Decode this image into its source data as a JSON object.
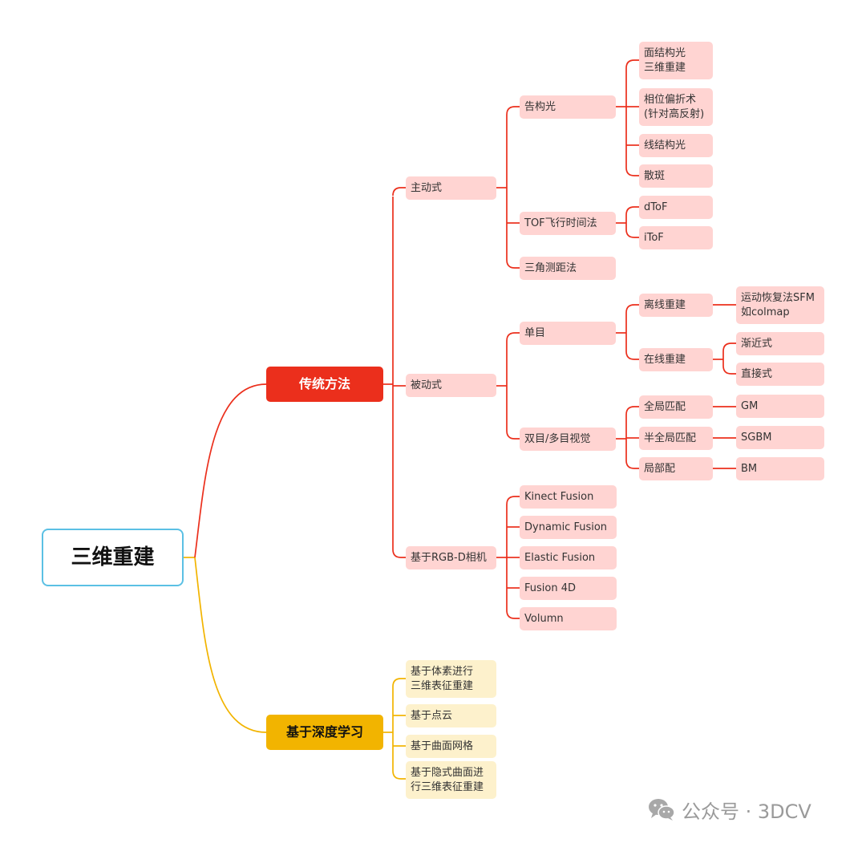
{
  "root": "三维重建",
  "traditional": {
    "label": "传统方法",
    "active": {
      "label": "主动式",
      "structured_light": {
        "label": "告构光",
        "items": [
          "面结构光\n三维重建",
          "相位偏折术\n(针对高反射)",
          "线结构光",
          "散斑"
        ]
      },
      "tof": {
        "label": "TOF飞行时间法",
        "items": [
          "dToF",
          "iToF"
        ]
      },
      "triangulation": "三角测距法"
    },
    "passive": {
      "label": "被动式",
      "mono": {
        "label": "单目",
        "offline": {
          "label": "离线重建",
          "item": "运动恢复法SFM\n如colmap"
        },
        "online": {
          "label": "在线重建",
          "items": [
            "渐近式",
            "直接式"
          ]
        }
      },
      "stereo": {
        "label": "双目/多目视觉",
        "global": {
          "label": "全局匹配",
          "item": "GM"
        },
        "semi_global": {
          "label": "半全局匹配",
          "item": "SGBM"
        },
        "local": {
          "label": "局部配",
          "item": "BM"
        }
      }
    },
    "rgbd": {
      "label": "基于RGB-D相机",
      "items": [
        "Kinect Fusion",
        "Dynamic Fusion",
        "Elastic Fusion",
        "Fusion 4D",
        "Volumn"
      ]
    }
  },
  "deep_learning": {
    "label": "基于深度学习",
    "items": [
      "基于体素进行\n三维表征重建",
      "基于点云",
      "基于曲面网格",
      "基于隐式曲面进\n行三维表征重建"
    ]
  },
  "watermark": "公众号 · 3DCV",
  "colors": {
    "red": "#eb2f1c",
    "gold": "#f2b400",
    "root_border": "#5bc0e4",
    "pink": "#ffd4d2",
    "cream": "#fdf1cc"
  }
}
